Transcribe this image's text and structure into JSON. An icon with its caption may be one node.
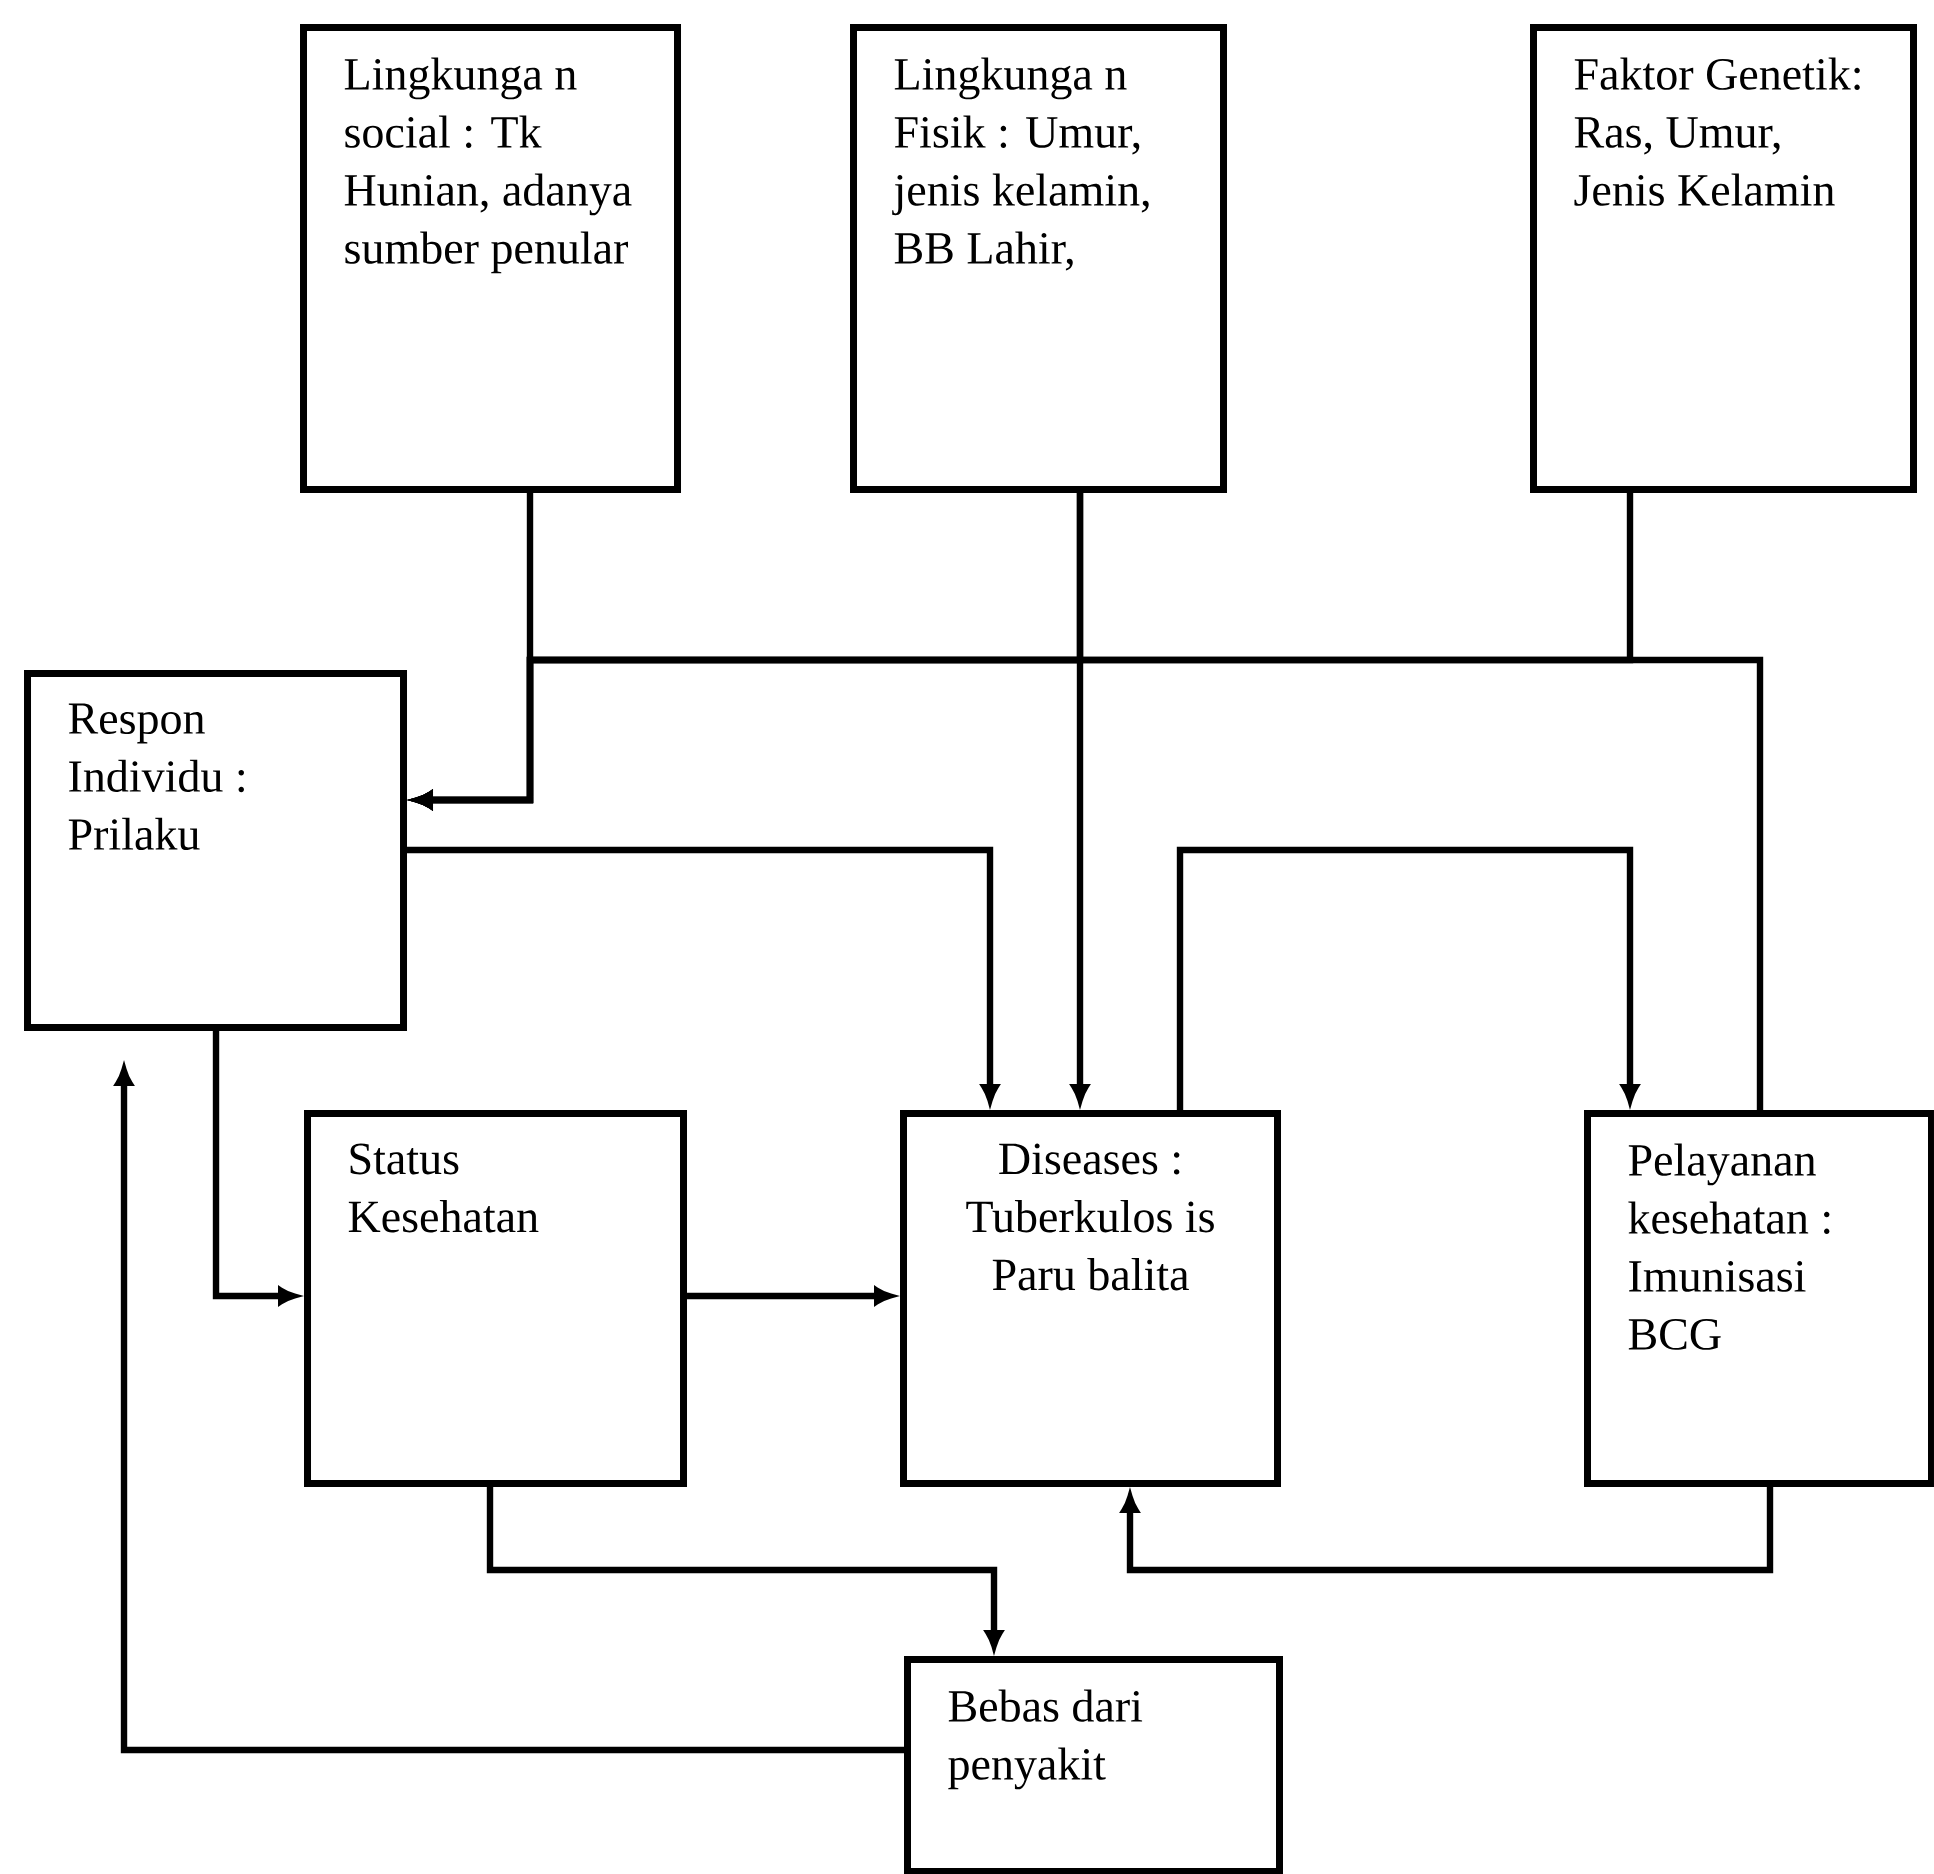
{
  "diagram": {
    "nodes": [
      {
        "text": [
          "Lingkunga n social : Tk Hunian, adanya sumber penular"
        ]
      },
      {
        "text": [
          "Lingkunga n Fisik : Umur, jenis kelamin, BB Lahir,"
        ]
      },
      {
        "text": [
          "Faktor Genetik: Ras, Umur, Jenis Kelamin"
        ]
      },
      {
        "text": [
          "Respon Individu : Prilaku"
        ]
      },
      {
        "text": [
          "Status Kesehatan"
        ]
      },
      {
        "text": [
          "Diseases : Tuberkulos is Paru balita"
        ]
      },
      {
        "text": [
          "Pelayanan kesehatan : Imunisasi BCG"
        ]
      },
      {
        "text": [
          "Bebas dari penyakit"
        ]
      }
    ],
    "edges": [
      {
        "from": 0,
        "to": 3,
        "arrow": "to"
      },
      {
        "from": 1,
        "to": 3,
        "arrow": "to"
      },
      {
        "from": 2,
        "to": 3,
        "arrow": "to"
      },
      {
        "from": 6,
        "to": 3,
        "arrow": "to"
      },
      {
        "from": 1,
        "to": 5,
        "arrow": "to"
      },
      {
        "from": 3,
        "to": 5,
        "arrow": "to"
      },
      {
        "from": 3,
        "to": 4,
        "arrow": "to"
      },
      {
        "from": 4,
        "to": 5,
        "arrow": "to"
      },
      {
        "from": 5,
        "to": 6,
        "arrow": "to"
      },
      {
        "from": 6,
        "to": 5,
        "arrow": "to"
      },
      {
        "from": 4,
        "to": 7,
        "arrow": "to"
      },
      {
        "from": 7,
        "to": 3,
        "arrow": "to"
      }
    ]
  }
}
